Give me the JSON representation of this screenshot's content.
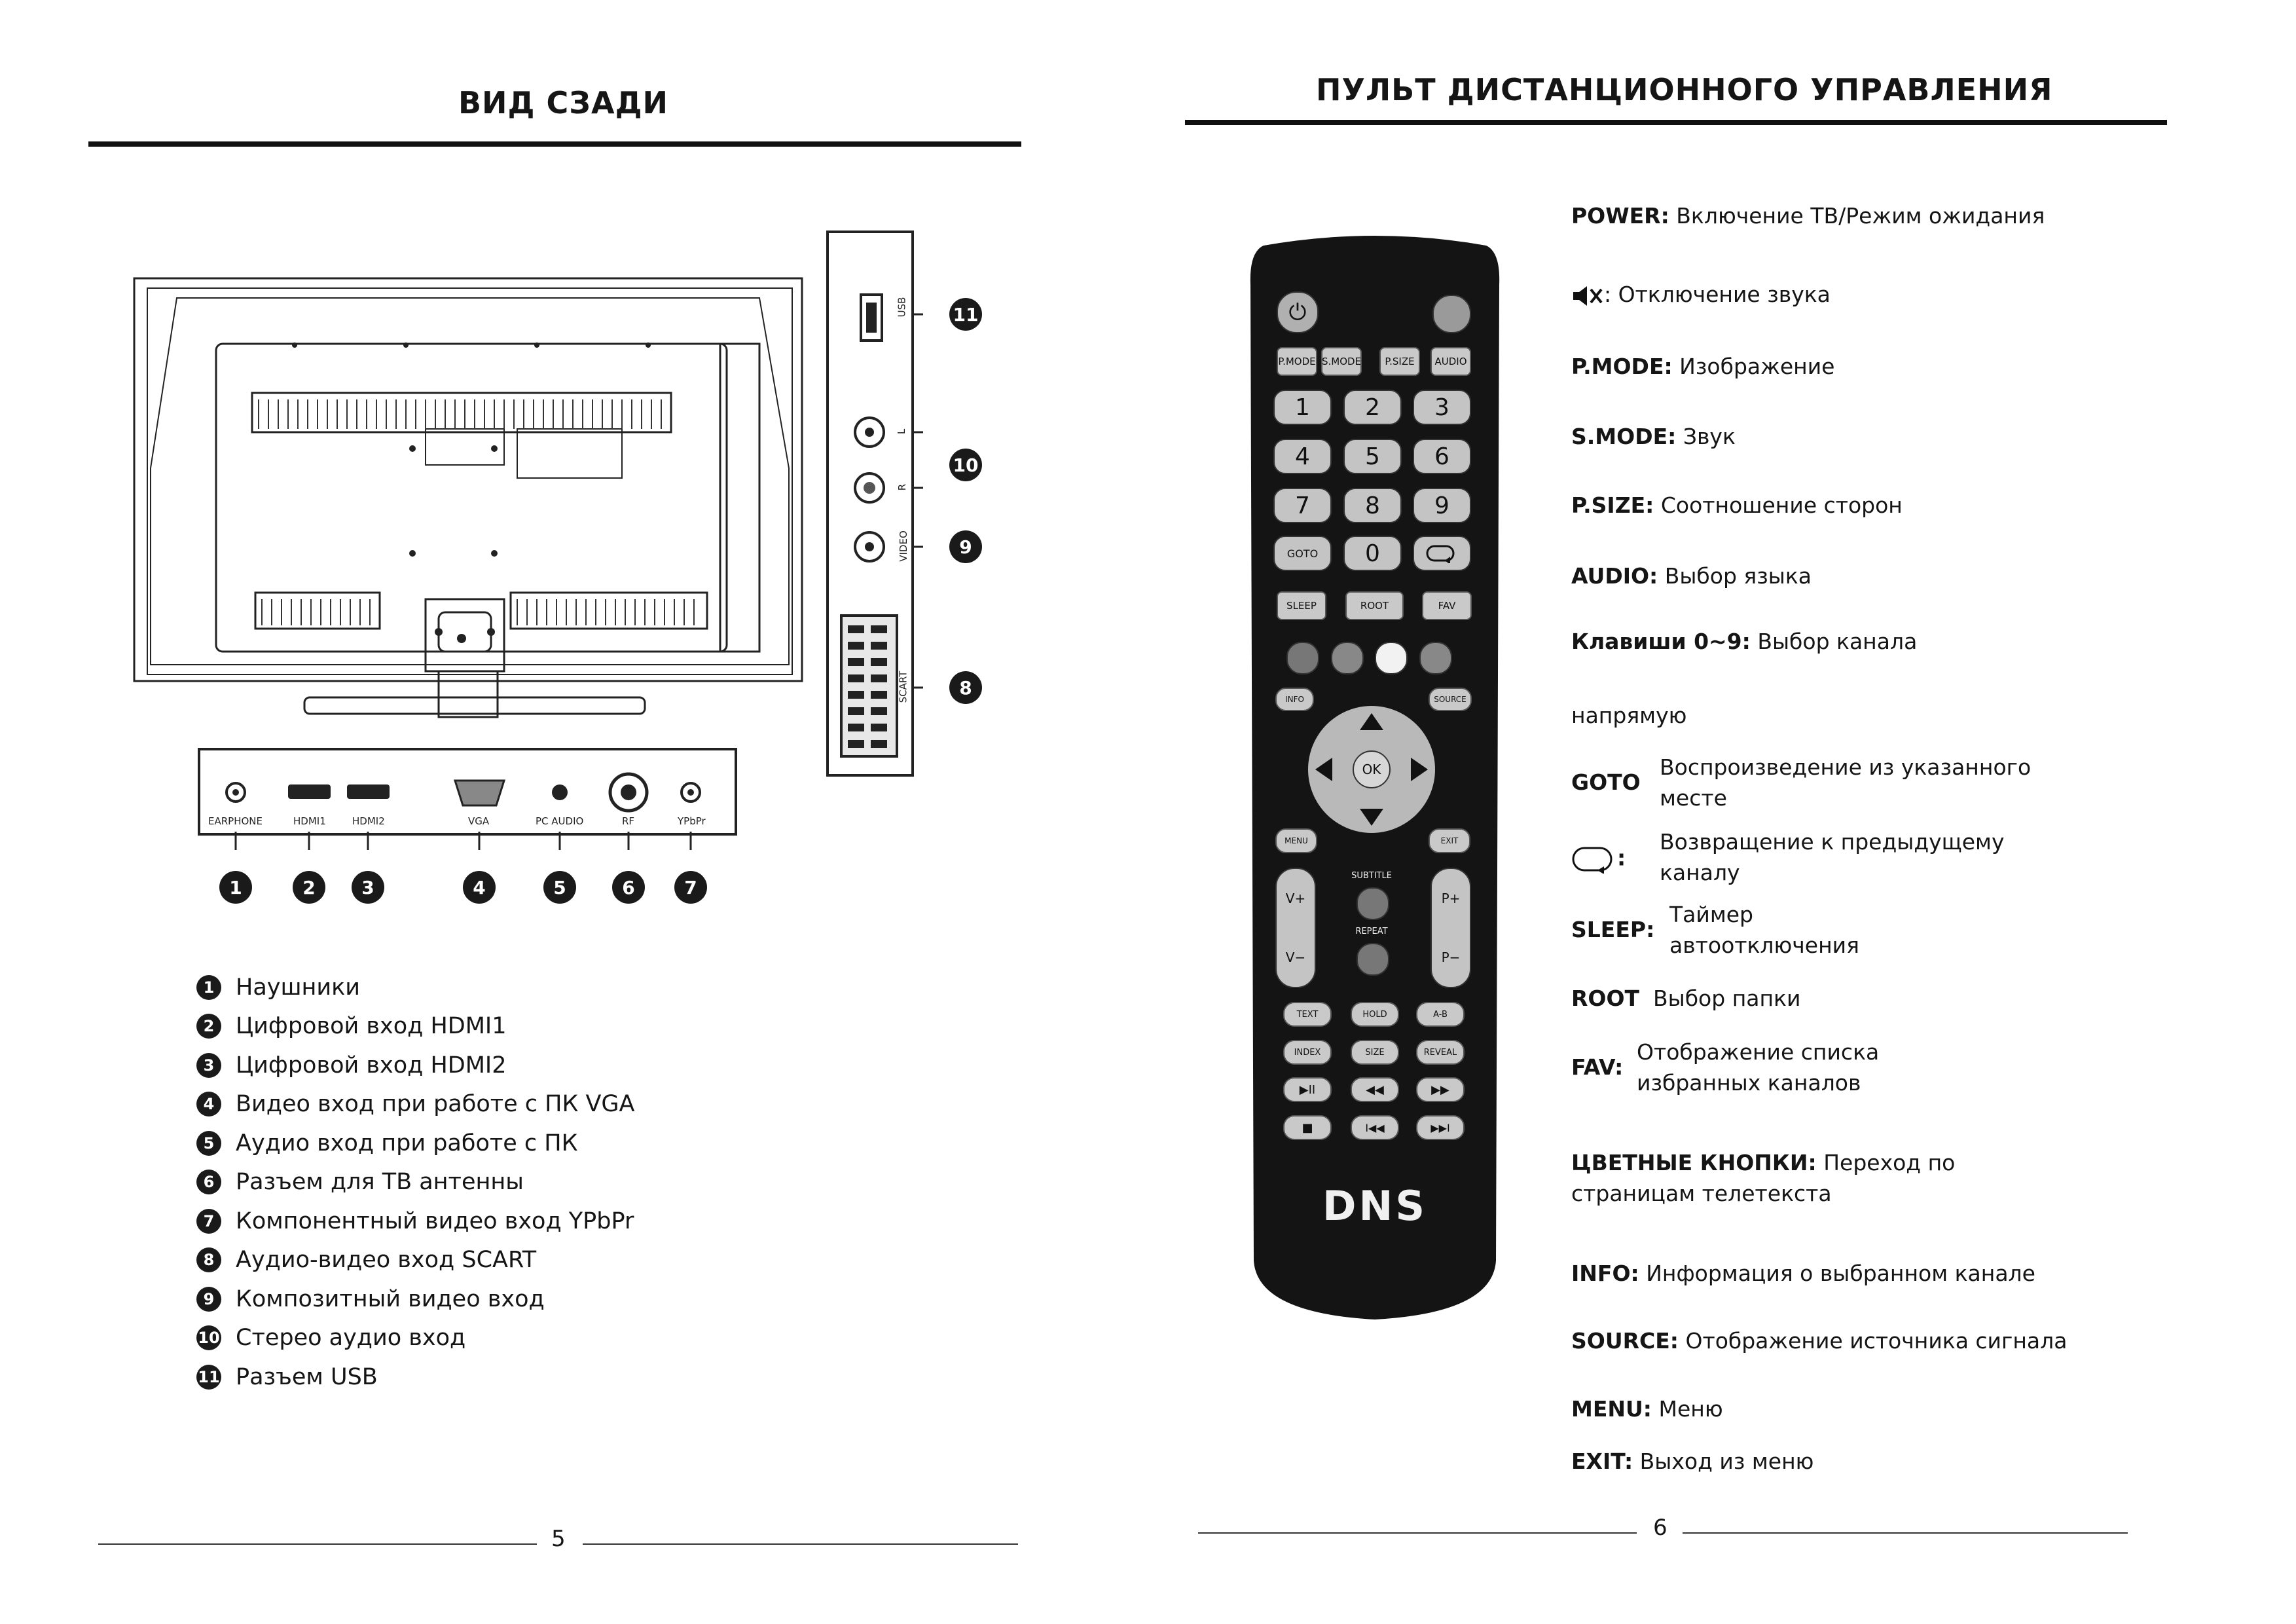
{
  "left": {
    "title": "ВИД СЗАДИ",
    "page_number": "5",
    "connector_labels": [
      "EARPHONE",
      "HDMI1",
      "HDMI2",
      "VGA",
      "PC AUDIO",
      "RF",
      "YPbPr"
    ],
    "side_labels": {
      "usb": "USB",
      "left": "L",
      "right": "R",
      "video": "VIDEO",
      "scart": "SCART"
    },
    "legend": [
      {
        "num": "1",
        "text": "Наушники"
      },
      {
        "num": "2",
        "text": "Цифровой вход HDMI1"
      },
      {
        "num": "3",
        "text": "Цифровой вход HDMI2"
      },
      {
        "num": "4",
        "text": "Видео вход при работе с ПК VGA"
      },
      {
        "num": "5",
        "text": "Аудио вход при работе с ПК"
      },
      {
        "num": "6",
        "text": "Разъем для ТВ антенны"
      },
      {
        "num": "7",
        "text": "Компонентный видео вход YPbPr"
      },
      {
        "num": "8",
        "text": "Аудио-видео вход SCART"
      },
      {
        "num": "9",
        "text": "Композитный видео вход"
      },
      {
        "num": "10",
        "text": "Стерео аудио вход"
      },
      {
        "num": "11",
        "text": "Разъем USB"
      }
    ],
    "bottom_numbers": [
      "1",
      "2",
      "3",
      "4",
      "5",
      "6",
      "7"
    ],
    "side_numbers": [
      "11",
      "10",
      "9",
      "8"
    ]
  },
  "right": {
    "title": "ПУЛЬТ ДИСТАНЦИОННОГО УПРАВЛЕНИЯ",
    "page_number": "6",
    "remote": {
      "top_row": [
        "P.MODE",
        "S.MODE",
        "P.SIZE",
        "AUDIO"
      ],
      "digits": [
        "1",
        "2",
        "3",
        "4",
        "5",
        "6",
        "7",
        "8",
        "9"
      ],
      "goto": "GOTO",
      "zero": "0",
      "sleep": "SLEEP",
      "root": "ROOT",
      "fav": "FAV",
      "info": "INFO",
      "source": "SOURCE",
      "ok": "OK",
      "menu": "MENU",
      "exit": "EXIT",
      "subtitle": "SUBTITLE",
      "repeat": "REPEAT",
      "vplus": "V+",
      "vminus": "V−",
      "pplus": "P+",
      "pminus": "P−",
      "text_row": [
        "TEXT",
        "HOLD",
        "A-B"
      ],
      "index_row": [
        "INDEX",
        "SIZE",
        "REVEAL"
      ],
      "media_row1": [
        "▶II",
        "◀◀",
        "▶▶"
      ],
      "media_row2": [
        "■",
        "I◀◀",
        "▶▶I"
      ],
      "brand": "DNS"
    },
    "descriptions": {
      "power_label": "POWER:",
      "power_text": " Включение ТВ/Режим ожидания",
      "mute_text": ": Отключение звука",
      "pmode_label": "P.MODE:",
      "pmode_text": " Изображение",
      "smode_label": "S.MODE:",
      "smode_text": " Звук",
      "psize_label": "P.SIZE:",
      "psize_text": " Соотношение сторон",
      "audio_label": "AUDIO:",
      "audio_text": " Выбор языка",
      "keys_label": "Клавиши 0~9:",
      "keys_text": " Выбор канала",
      "keys_text2": "напрямую",
      "goto_label": "GOTO",
      "goto_text1": "Воспроизведение из указанного",
      "goto_text2": "месте",
      "return_text1": "Возвращение к предыдущему",
      "return_text2": "каналу",
      "sleep_label": "SLEEP:",
      "sleep_text1": "Таймер",
      "sleep_text2": "автоотключения",
      "root_label": "ROOT",
      "root_text": "Выбор папки",
      "fav_label": "FAV:",
      "fav_text1": "Отображение списка",
      "fav_text2": "избранных каналов",
      "color_label": "ЦВЕТНЫЕ КНОПКИ:",
      "color_text1": " Переход по",
      "color_text2": "страницам телетекста",
      "info_label": "INFO:",
      "info_text": " Информация о выбранном канале",
      "source_label": "SOURCE:",
      "source_text": " Отображение источника сигнала",
      "menu_label": "MENU:",
      "menu_text": " Меню",
      "exit_label": "EXIT:",
      "exit_text": " Выход из меню"
    }
  }
}
